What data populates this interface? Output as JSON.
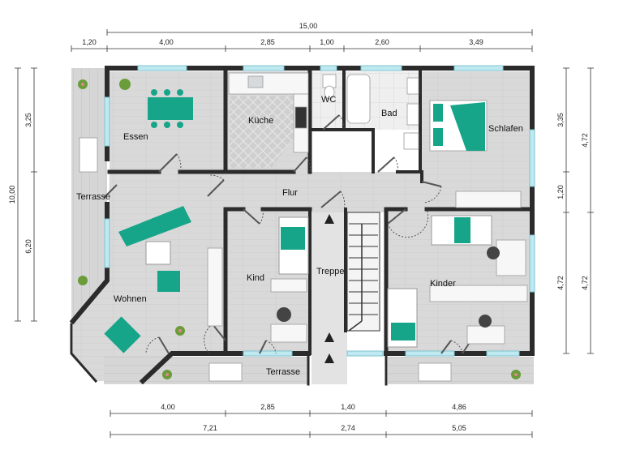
{
  "floorplan": {
    "rooms": {
      "essen": "Essen",
      "kueche": "Küche",
      "wc": "WC",
      "bad": "Bad",
      "schlafen": "Schlafen",
      "flur": "Flur",
      "terrasse_west": "Terrasse",
      "wohnen": "Wohnen",
      "kind": "Kind",
      "treppe": "Treppe",
      "kinder": "Kinder",
      "terrasse_south": "Terrasse"
    },
    "dims_top": {
      "total": "15,00",
      "segments": [
        "1,20",
        "4,00",
        "2,85",
        "1,00",
        "2,60",
        "3,49"
      ]
    },
    "dims_bottom": {
      "row1": [
        "4,00",
        "2,85",
        "1,40",
        "4,86"
      ],
      "row2": [
        "7,21",
        "2,74",
        "5,05"
      ]
    },
    "dims_left": {
      "total": "10,00",
      "segments": [
        "3,25",
        "6,20"
      ]
    },
    "dims_right": {
      "inner": [
        "3,35",
        "1,20",
        "4,72"
      ],
      "outer": [
        "4,72",
        "4,72"
      ]
    },
    "colors": {
      "wall": "#2b2b2b",
      "floor": "#dcdcdc",
      "furniture_accent": "#17a58a",
      "window": "#bfe9f0",
      "plant": "#6a9c3a"
    }
  }
}
